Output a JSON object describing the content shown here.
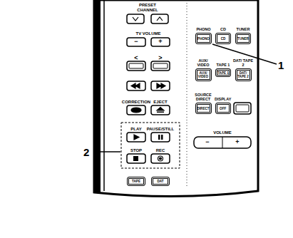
{
  "diagram": {
    "nodes": [
      {
        "text": [
          "PHONO",
          "PHONO"
        ]
      },
      {
        "text": [
          "CD",
          "CD"
        ]
      },
      {
        "text": [
          "TUNER",
          "TUNER"
        ]
      },
      {
        "text": [
          "AUX/ VIDEO",
          "AUX/ VIDEO"
        ]
      },
      {
        "text": [
          "TAPE 1",
          "TAPE 1"
        ]
      },
      {
        "text": [
          "DAT/ TAPE 2",
          "DAT/ TAPE 2"
        ]
      },
      {
        "text": [
          "SOURCE DIRECT",
          "DIRECT"
        ]
      },
      {
        "text": [
          "DISPLAY",
          "OFF"
        ]
      },
      {
        "text": [
          "TAPE"
        ]
      },
      {
        "text": [
          "DAT"
        ]
      }
    ],
    "labels": [
      "PRESET CHANNEL",
      "TV VOLUME",
      "−",
      "+",
      "<",
      ">",
      "CORRECTION",
      "EJECT",
      "PLAY",
      "PAUSE/STILL",
      "STOP",
      "REC",
      "VOLUME",
      "−",
      "+",
      "1",
      "2"
    ]
  }
}
